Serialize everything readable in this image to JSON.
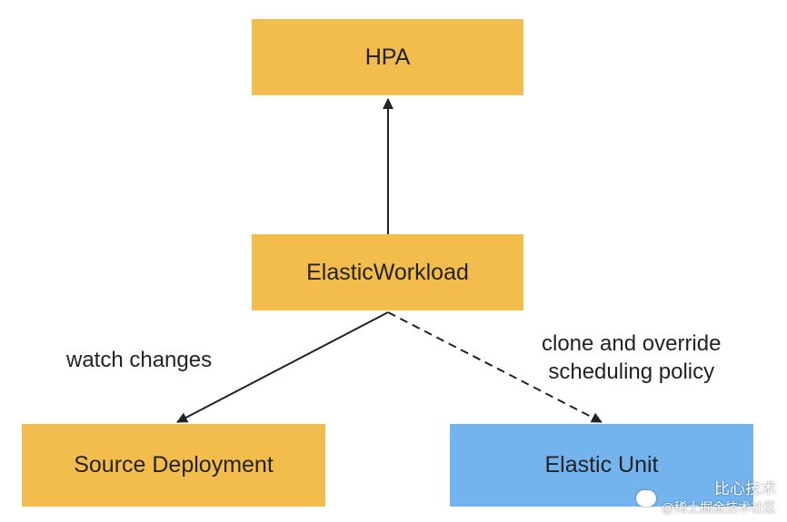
{
  "nodes": {
    "hpa": "HPA",
    "elastic_workload": "ElasticWorkload",
    "source_deployment": "Source Deployment",
    "elastic_unit": "Elastic Unit"
  },
  "edges": {
    "watch": {
      "label": "watch changes",
      "style": "solid"
    },
    "clone": {
      "label_line1": "clone and override",
      "label_line2": "scheduling policy",
      "style": "dashed"
    },
    "to_hpa": {
      "style": "solid"
    }
  },
  "watermark": {
    "line1": "比心技术",
    "line2": "@稀土掘金技术社区"
  },
  "colors": {
    "node_yellow": "#f2bd4c",
    "node_blue": "#74b4ee",
    "line": "#222222"
  }
}
